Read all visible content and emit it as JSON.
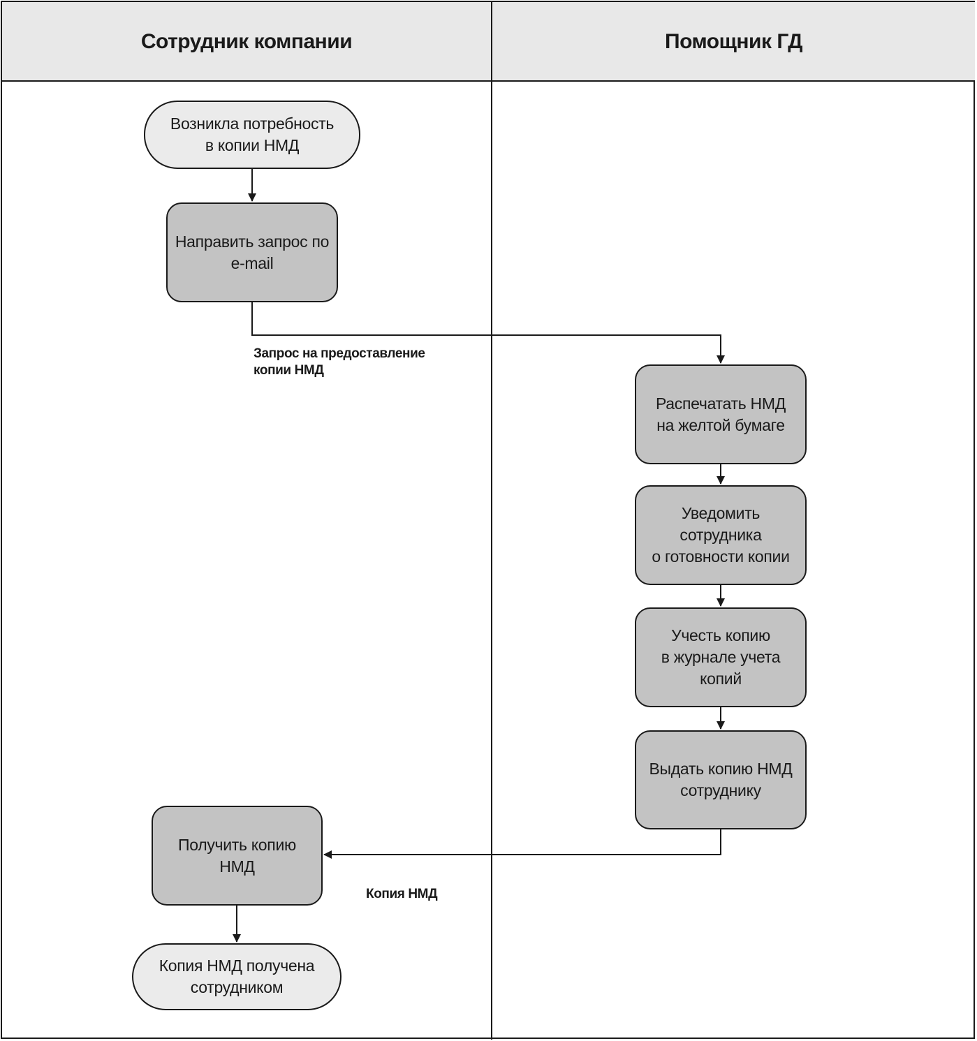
{
  "lanes": [
    {
      "title": "Сотрудник компании"
    },
    {
      "title": "Помощник ГД"
    }
  ],
  "nodes": {
    "start": "Возникла потребность\nв копии НМД",
    "send_request": "Направить запрос по\ne-mail",
    "print": "Распечатать НМД\nна желтой бумаге",
    "notify": "Уведомить\nсотрудника\nо готовности копии",
    "register": "Учесть копию\nв журнале учета\nкопий",
    "issue": "Выдать копию НМД\nсотруднику",
    "receive": "Получить копию\nНМД",
    "end": "Копия НМД получена\nсотрудником"
  },
  "flows": {
    "request_label": "Запрос на предоставление\nкопии НМД",
    "copy_label": "Копия НМД"
  }
}
